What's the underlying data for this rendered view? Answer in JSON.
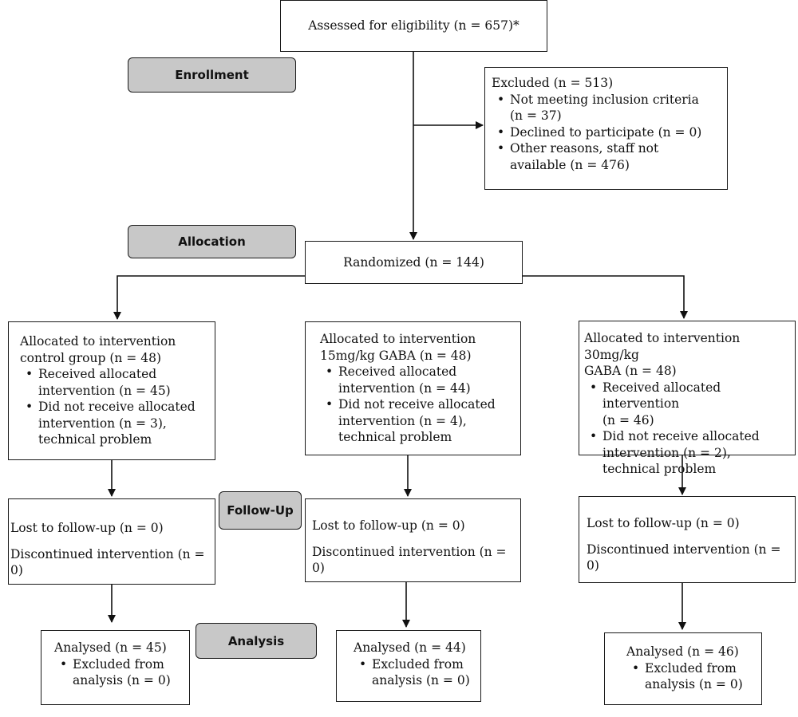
{
  "stages": {
    "enrollment": "Enrollment",
    "allocation": "Allocation",
    "follow_up": "Follow-Up",
    "analysis": "Analysis"
  },
  "assessed": "Assessed for eligibility (n = 657)*",
  "excluded": {
    "title": "Excluded  (n = 513)",
    "items": [
      {
        "line1": "Not meeting inclusion criteria",
        "line2": "(n = 37)"
      },
      {
        "line1": "Declined to participate (n = 0)"
      },
      {
        "line1": "Other reasons, staff not",
        "line2": "available (n = 476)"
      }
    ]
  },
  "randomized": "Randomized (n = 144)",
  "groups": [
    {
      "allocation": {
        "line1": "Allocated to intervention",
        "line2": "control group (n = 48)",
        "received_line1": "Received allocated",
        "received_line2": "intervention (n = 45)",
        "not_received_line1": "Did not receive allocated",
        "not_received_line2": "intervention (n = 3),",
        "not_received_line3": "technical problem"
      },
      "followup": {
        "lost": "Lost to follow-up (n = 0)",
        "discontinued": "Discontinued intervention (n = 0)"
      },
      "analysis": {
        "analysed": "Analysed  (n = 45)",
        "excluded_line1": "Excluded from",
        "excluded_line2": "analysis (n = 0)"
      }
    },
    {
      "allocation": {
        "line1": "Allocated to intervention",
        "line2": "15mg/kg GABA (n = 48)",
        "received_line1": "Received allocated",
        "received_line2": "intervention (n = 44)",
        "not_received_line1": "Did not receive allocated",
        "not_received_line2": "intervention (n = 4),",
        "not_received_line3": "technical problem"
      },
      "followup": {
        "lost": "Lost to follow-up (n = 0)",
        "discontinued": "Discontinued intervention (n = 0)"
      },
      "analysis": {
        "analysed": "Analysed  (n = 44)",
        "excluded_line1": "Excluded from",
        "excluded_line2": "analysis (n = 0)"
      }
    },
    {
      "allocation": {
        "line1": "Allocated to intervention 30mg/kg",
        "line2": "GABA (n = 48)",
        "received_line1": "Received allocated intervention",
        "received_line2": "(n = 46)",
        "not_received_line1": "Did not receive allocated",
        "not_received_line2": "intervention (n = 2),",
        "not_received_line3": "technical problem"
      },
      "followup": {
        "lost": "Lost to follow-up (n = 0)",
        "discontinued": "Discontinued intervention (n = 0)"
      },
      "analysis": {
        "analysed": "Analysed  (n = 46)",
        "excluded_line1": "Excluded from",
        "excluded_line2": "analysis (n = 0)"
      }
    }
  ]
}
